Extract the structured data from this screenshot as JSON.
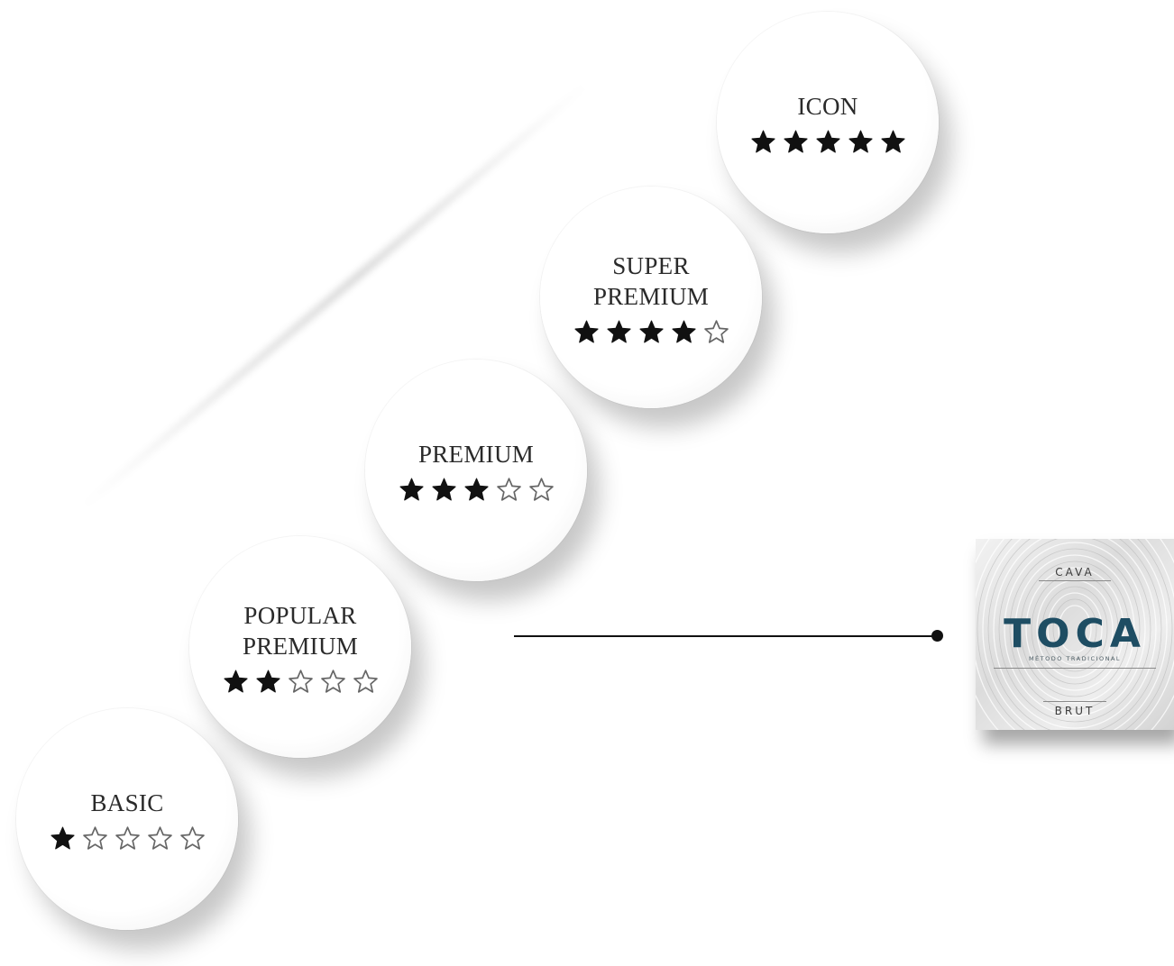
{
  "tiers": [
    {
      "label": "BASIC",
      "rating": 1,
      "max": 5
    },
    {
      "label": "POPULAR\nPREMIUM",
      "rating": 2,
      "max": 5
    },
    {
      "label": "PREMIUM",
      "rating": 3,
      "max": 5
    },
    {
      "label": "SUPER\nPREMIUM",
      "rating": 4,
      "max": 5
    },
    {
      "label": "ICON",
      "rating": 5,
      "max": 5
    }
  ],
  "product": {
    "top_text": "CAVA",
    "brand": "TOCA",
    "subtitle": "MÉTODO TRADICIONAL",
    "bottom_text": "BRUT",
    "brand_color": "#1e4d63"
  },
  "icons": {
    "star_filled": "star-filled-icon",
    "star_empty": "star-outline-icon"
  }
}
